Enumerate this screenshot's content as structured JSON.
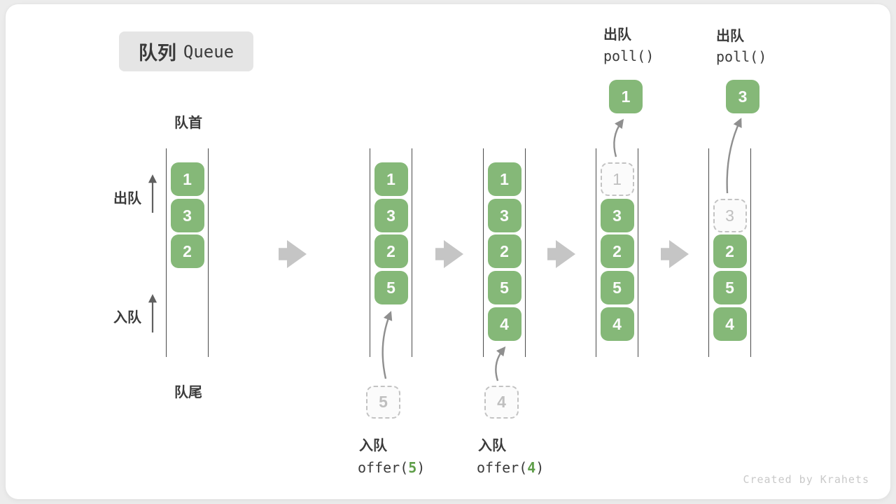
{
  "title": {
    "zh": "队列",
    "en": "Queue"
  },
  "side_labels": {
    "front": "队首",
    "rear": "队尾",
    "dequeue": "出队",
    "enqueue": "入队"
  },
  "columns": [
    {
      "cells": [
        {
          "v": "1"
        },
        {
          "v": "3"
        },
        {
          "v": "2"
        }
      ]
    },
    {
      "cells": [
        {
          "v": "1"
        },
        {
          "v": "3"
        },
        {
          "v": "2"
        },
        {
          "v": "5"
        }
      ],
      "incoming": {
        "v": "5"
      },
      "op": {
        "label": "入队",
        "fn": "offer(",
        "arg": "5",
        "close": ")"
      }
    },
    {
      "cells": [
        {
          "v": "1"
        },
        {
          "v": "3"
        },
        {
          "v": "2"
        },
        {
          "v": "5"
        },
        {
          "v": "4"
        }
      ],
      "incoming": {
        "v": "4"
      },
      "op": {
        "label": "入队",
        "fn": "offer(",
        "arg": "4",
        "close": ")"
      }
    },
    {
      "cells": [
        {
          "v": "1",
          "dashed": true
        },
        {
          "v": "3"
        },
        {
          "v": "2"
        },
        {
          "v": "5"
        },
        {
          "v": "4"
        }
      ],
      "outgoing": {
        "v": "1"
      },
      "op": {
        "label": "出队",
        "fn": "poll()"
      }
    },
    {
      "cells": [
        {
          "v": "3",
          "dashed": true
        },
        {
          "v": "2"
        },
        {
          "v": "5"
        },
        {
          "v": "4"
        }
      ],
      "outgoing": {
        "v": "3"
      },
      "op": {
        "label": "出队",
        "fn": "poll()"
      }
    }
  ],
  "credit": "Created by Krahets",
  "colors": {
    "box_green": "#85b878",
    "arg_green": "#5f9e49",
    "block_arrow": "#c5c5c5"
  }
}
